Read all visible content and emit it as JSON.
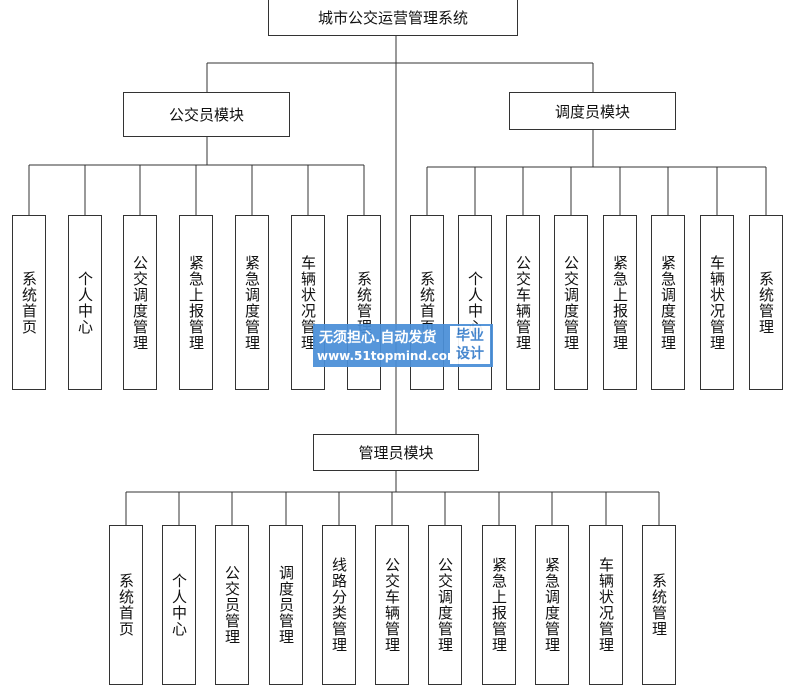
{
  "diagram": {
    "root": {
      "label": "城市公交运营管理系统"
    },
    "modules": [
      {
        "label": "公交员模块",
        "children": [
          "系统首页",
          "个人中心",
          "公交调度管理",
          "紧急上报管理",
          "紧急调度管理",
          "车辆状况管理",
          "系统管理"
        ]
      },
      {
        "label": "调度员模块",
        "children": [
          "系统首页",
          "个人中心",
          "公交车辆管理",
          "公交调度管理",
          "紧急上报管理",
          "紧急调度管理",
          "车辆状况管理",
          "系统管理"
        ]
      },
      {
        "label": "管理员模块",
        "children": [
          "系统首页",
          "个人中心",
          "公交员管理",
          "调度员管理",
          "线路分类管理",
          "公交车辆管理",
          "公交调度管理",
          "紧急上报管理",
          "紧急调度管理",
          "车辆状况管理",
          "系统管理"
        ]
      }
    ]
  },
  "watermark": {
    "line1": "无须担心.自动发货",
    "line2": "www.51topmind.com",
    "badge_line1": "毕业",
    "badge_line2": "设计"
  },
  "colors": {
    "line": "#333333",
    "watermark": "#4a8fd8"
  }
}
